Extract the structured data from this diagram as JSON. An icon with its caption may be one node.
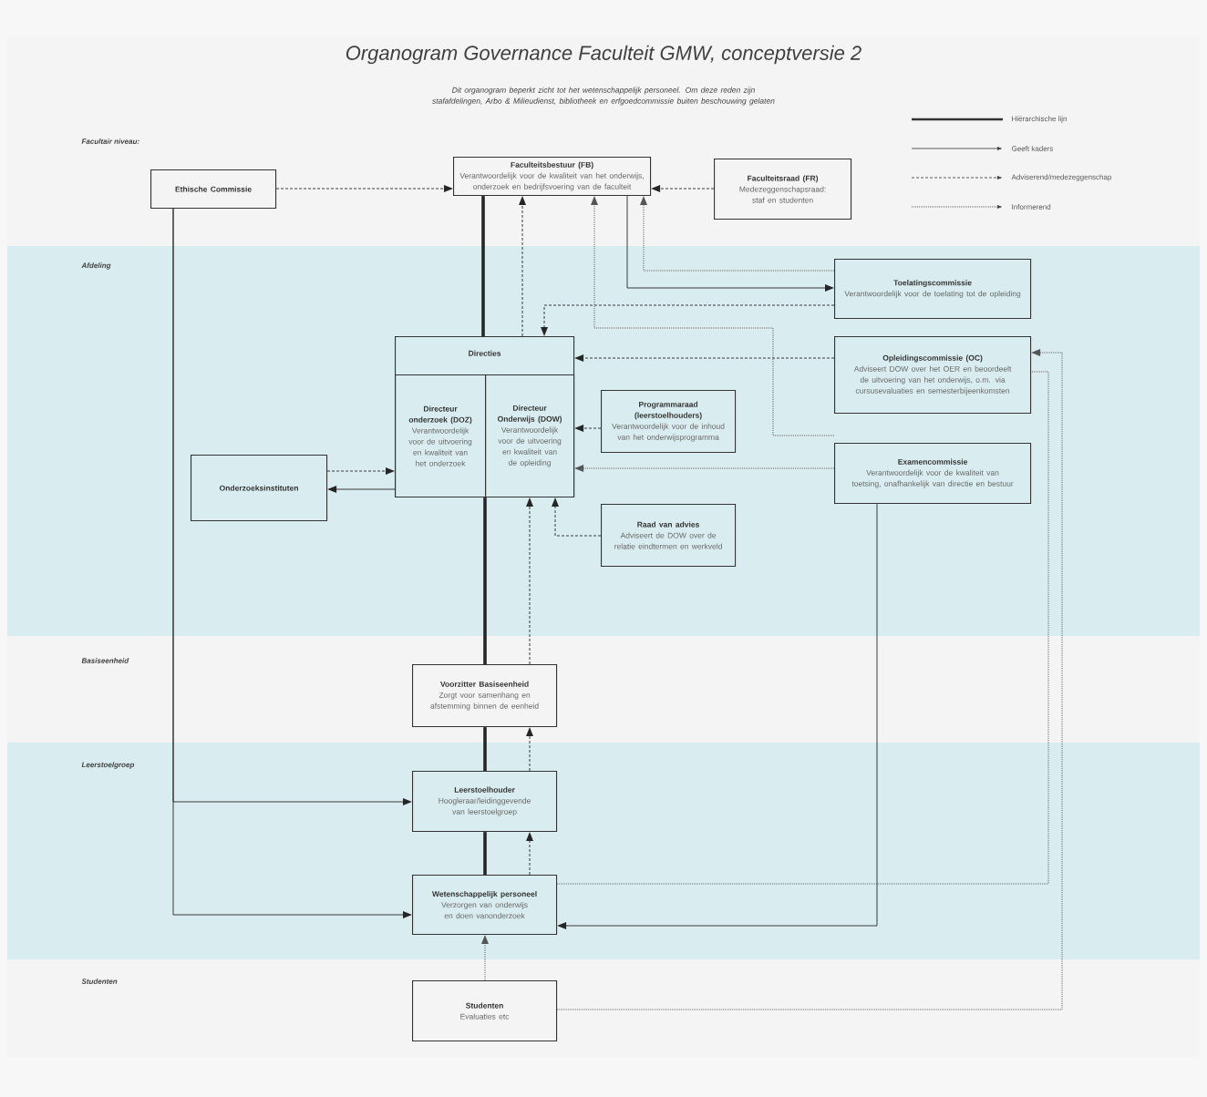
{
  "diagram": {
    "title": "Organogram Governance Faculteit GMW, conceptversie 2",
    "nodes": [
      {
        "text": [
          "Ethische Commissie"
        ]
      },
      {
        "text": [
          "Faculteitsbestuur (FB)",
          "Verantwoordelijk voor de kwaliteit van het onderwijs, onderzoek en bedrijfsvoering van de faculteit"
        ]
      },
      {
        "text": [
          "Faculteitsraad (FR)",
          "Medezeggenschapsraad: staf en studenten"
        ]
      },
      {
        "text": [
          "Toelatingscommissie",
          "Verantwoordelijk voor de toelating tot de opleiding"
        ]
      },
      {
        "text": [
          "Directies"
        ]
      },
      {
        "text": [
          "Directeur onderzoek (DOZ)",
          "Verantwoordelijk voor de uitvoering en kwaliteit van het onderzoek"
        ],
        "in": 4
      },
      {
        "text": [
          "Directeur Onderwijs (DOW)",
          "Verantwoordelijk voor de uitvoering en kwaliteit van de opleiding"
        ],
        "in": 4
      },
      {
        "text": [
          "Programmaraad (leerstoelhouders)",
          "Verantwoordelijk voor de inhoud van het onderwijsprogramma"
        ]
      },
      {
        "text": [
          "Opleidingscommissie (OC)",
          "Adviseert DOW over het OER en beoordeelt de uitvoering van het onderwijs, o.m. via cursusevaluaties en semesterbijeenkomsten"
        ]
      },
      {
        "text": [
          "Onderzoeksinstituten"
        ]
      },
      {
        "text": [
          "Examencommissie",
          "Verantwoordelijk voor de kwaliteit van toetsing, onafhankelijk van directie en bestuur"
        ]
      },
      {
        "text": [
          "Raad van advies",
          "Adviseert de DOW over de relatie eindtermen en werkveld"
        ]
      },
      {
        "text": [
          "Voorzitter Basiseenheid",
          "Zorgt voor samenhang en afstemming binnen de eenheid"
        ]
      },
      {
        "text": [
          "Leerstoelhouder",
          "Hoogleraar/leidinggevende van leerstoelgroep"
        ]
      },
      {
        "text": [
          "Wetenschappelijk personeel",
          "Verzorgen van onderwijs en doen vanonderzoek"
        ]
      },
      {
        "text": [
          "Studenten",
          "Evaluaties etc"
        ]
      }
    ],
    "edges": [
      {
        "from": 0,
        "to": 1,
        "arrow": "to",
        "style": "dashed"
      },
      {
        "from": 2,
        "to": 1,
        "arrow": "to",
        "style": "dashed"
      },
      {
        "from": 1,
        "to": 4,
        "arrow": "none",
        "style": "thick"
      },
      {
        "from": 4,
        "to": 1,
        "arrow": "to",
        "style": "dashed"
      },
      {
        "from": 10,
        "to": 1,
        "arrow": "to",
        "style": "dashed",
        "color": "#555555"
      },
      {
        "from": 1,
        "to": 3,
        "arrow": "to"
      },
      {
        "from": 3,
        "to": 1,
        "arrow": "to",
        "style": "dashed",
        "color": "#555555"
      },
      {
        "from": 3,
        "to": 4,
        "arrow": "to",
        "style": "dashed"
      },
      {
        "from": 8,
        "to": 4,
        "arrow": "to",
        "style": "dashed"
      },
      {
        "from": 7,
        "to": 6,
        "arrow": "to",
        "style": "dashed"
      },
      {
        "from": 10,
        "to": 6,
        "arrow": "to",
        "style": "dashed",
        "color": "#555555"
      },
      {
        "from": 11,
        "to": 6,
        "arrow": "to",
        "style": "dashed"
      },
      {
        "from": 9,
        "to": 5,
        "arrow": "to",
        "style": "dashed"
      },
      {
        "from": 5,
        "to": 9,
        "arrow": "to"
      },
      {
        "from": 4,
        "to": 12,
        "arrow": "none",
        "style": "thick"
      },
      {
        "from": 12,
        "to": 6,
        "arrow": "to",
        "style": "dashed"
      },
      {
        "from": 12,
        "to": 13,
        "arrow": "none",
        "style": "thick"
      },
      {
        "from": 13,
        "to": 12,
        "arrow": "to",
        "style": "dashed"
      },
      {
        "from": 13,
        "to": 14,
        "arrow": "none",
        "style": "thick"
      },
      {
        "from": 14,
        "to": 13,
        "arrow": "to",
        "style": "dashed"
      },
      {
        "from": 15,
        "to": 14,
        "arrow": "to",
        "style": "dashed",
        "color": "#555555"
      },
      {
        "from": 0,
        "to": 13,
        "arrow": "to"
      },
      {
        "from": 0,
        "to": 14,
        "arrow": "to"
      },
      {
        "from": 10,
        "to": 14,
        "arrow": "to"
      },
      {
        "from": 14,
        "to": 8,
        "arrow": "none",
        "style": "dashed",
        "color": "#555555"
      },
      {
        "from": 15,
        "to": 8,
        "arrow": "to",
        "style": "dashed",
        "color": "#555555"
      }
    ],
    "labels": [
      "Dit organogram beperkt zicht tot het wetenschappelijk personeel. Om deze reden zijn stafafdelingen, Arbo & Milieudienst, bibliotheek en erfgoedcommissie buiten beschouwing gelaten",
      "Facultair niveau:",
      "Afdeling",
      "Basiseenheid",
      "Leerstoelgroep",
      "Studenten"
    ],
    "legend": [
      {
        "text": "Hiërarchische lijn"
      },
      {
        "text": "Geeft kaders"
      },
      {
        "text": "Adviserend/medezeggenschap"
      },
      {
        "text": "Informerend"
      }
    ]
  }
}
